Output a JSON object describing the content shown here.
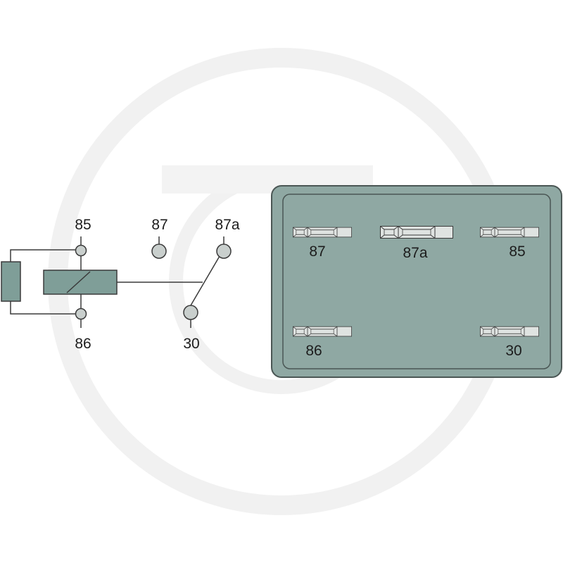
{
  "colors": {
    "background": "#ffffff",
    "watermark_ring": "#f1f1f1",
    "coil_fill": "#7f9e98",
    "contact_fill": "#c9cfcd",
    "line": "#3a3a3a",
    "housing_fill": "#8fa8a3",
    "housing_border": "#4a5654",
    "pin_fill": "#dfe3e1"
  },
  "watermark": {
    "icon": "logo-ring-watermark"
  },
  "schematic": {
    "coil_terminal_top": "85",
    "coil_terminal_bottom": "86",
    "contact_no": "87",
    "contact_nc": "87a",
    "contact_common": "30"
  },
  "connector": {
    "pins": [
      {
        "label": "87"
      },
      {
        "label": "87a"
      },
      {
        "label": "85"
      },
      {
        "label": "86"
      },
      {
        "label": "30"
      }
    ]
  }
}
